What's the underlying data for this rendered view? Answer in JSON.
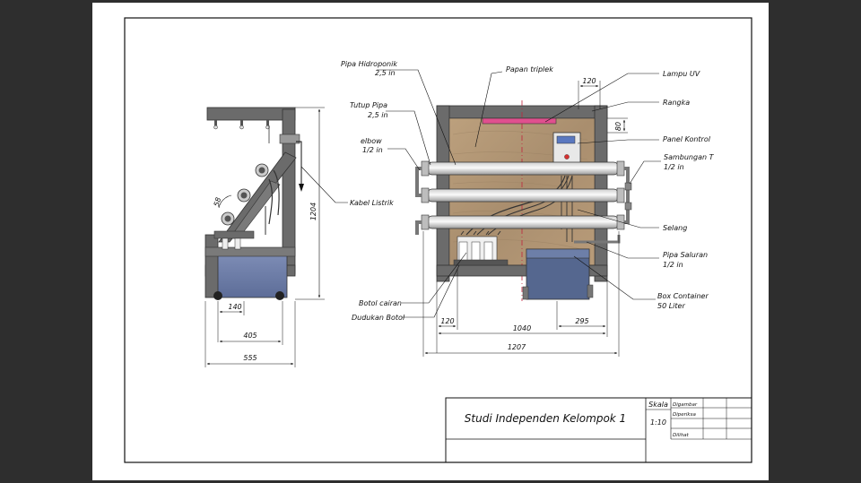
{
  "drawing": {
    "callouts": {
      "pipa_hidroponik": "Pipa Hidroponik",
      "pipa_hidroponik_size": "2,5 in",
      "papan_triplek": "Papan triplek",
      "lampu_uv": "Lampu UV",
      "rangka": "Rangka",
      "tutup_pipa": "Tutup Pipa",
      "tutup_pipa_size": "2,5 in",
      "elbow": "elbow",
      "elbow_size": "1/2 in",
      "panel_kontrol": "Panel Kontrol",
      "sambungan_t": "Sambungan T",
      "sambungan_t_size": "1/2 in",
      "kabel_listrik": "Kabel Listrik",
      "selang": "Selang",
      "pipa_saluran": "Pipa Saluran",
      "pipa_saluran_size": "1/2 in",
      "box_container": "Box Container",
      "box_container_size": "50 Liter",
      "botol_cairan": "Botol cairan",
      "dudukan_botol": "Dudukan Botol"
    },
    "dimensions": {
      "side_height": "1204",
      "side_angle": "58",
      "side_140": "140",
      "side_405": "405",
      "side_555": "555",
      "front_120_top": "120",
      "front_80": "80",
      "front_120_bottom": "120",
      "front_1040": "1040",
      "front_295": "295",
      "front_1207": "1207"
    },
    "title_block": {
      "title": "Studi Independen Kelompok 1",
      "skala_label": "Skala",
      "skala_value": "1:10",
      "digambar": "Digambar",
      "diperiksa": "Diperiksa",
      "dilihat": "Dilihat"
    },
    "colors": {
      "frame_gray": "#6b6b6b",
      "wood": "#b39878",
      "container_blue": "#6f7fa8",
      "uv_pink": "#e0508e",
      "panel_blue": "#5a78c0"
    }
  }
}
